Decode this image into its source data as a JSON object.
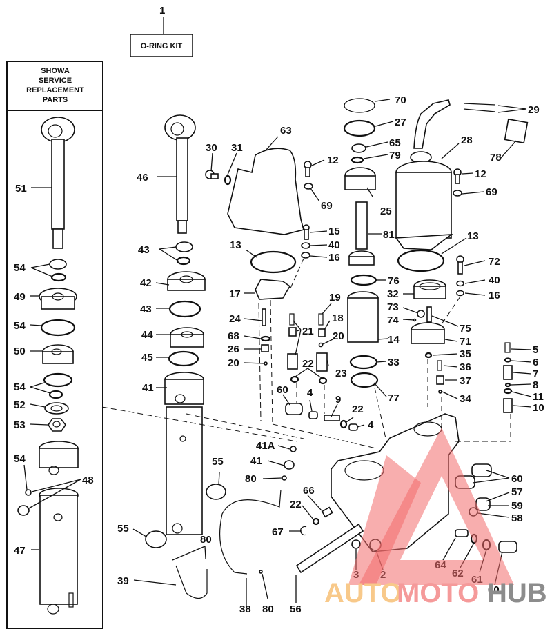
{
  "diagram": {
    "title_box": {
      "label": "O-RING KIT",
      "part_number": "1"
    },
    "showa_box": {
      "lines": [
        "SHOWA",
        "SERVICE",
        "REPLACEMENT",
        "PARTS"
      ]
    },
    "callouts": {
      "c51": "51",
      "c54a": "54",
      "c49": "49",
      "c54b": "54",
      "c50": "50",
      "c54c": "54",
      "c52": "52",
      "c53": "53",
      "c54d": "54",
      "c48": "48",
      "c47": "47",
      "c46": "46",
      "c30": "30",
      "c31": "31",
      "c63": "63",
      "c12a": "12",
      "c69a": "69",
      "c15": "15",
      "c40a": "40",
      "c16a": "16",
      "c13a": "13",
      "c43a": "43",
      "c42": "42",
      "c43b": "43",
      "c44": "44",
      "c45": "45",
      "c41": "41",
      "c17": "17",
      "c24": "24",
      "c68": "68",
      "c26": "26",
      "c20a": "20",
      "c21": "21",
      "c19": "19",
      "c18": "18",
      "c20b": "20",
      "c22a": "22",
      "c23": "23",
      "c60a": "60",
      "c4a": "4",
      "c9": "9",
      "c22b": "22",
      "c4b": "4",
      "c70": "70",
      "c27": "27",
      "c65": "65",
      "c79": "79",
      "c25": "25",
      "c81": "81",
      "c76": "76",
      "c14": "14",
      "c33": "33",
      "c77": "77",
      "c29": "29",
      "c28": "28",
      "c78": "78",
      "c12b": "12",
      "c69b": "69",
      "c13b": "13",
      "c72": "72",
      "c40b": "40",
      "c16b": "16",
      "c32": "32",
      "c73": "73",
      "c74": "74",
      "c75": "75",
      "c71": "71",
      "c35": "35",
      "c36": "36",
      "c37": "37",
      "c34": "34",
      "c5": "5",
      "c6": "6",
      "c7": "7",
      "c8": "8",
      "c11": "11",
      "c10": "10",
      "c41A": "41A",
      "c41b": "41",
      "c80a": "80",
      "c55a": "55",
      "c55b": "55",
      "c66": "66",
      "c22c": "22",
      "c67": "67",
      "c80b": "80",
      "c39": "39",
      "c38": "38",
      "c80c": "80",
      "c56": "56",
      "c3": "3",
      "c2": "2",
      "c64": "64",
      "c62": "62",
      "c61": "61",
      "c60b": "60",
      "c60c": "60",
      "c57": "57",
      "c59": "59",
      "c58": "58"
    }
  },
  "watermark": {
    "parts": [
      "AUTO",
      "MOTO",
      "HUB"
    ],
    "colors": {
      "auto": "#f8c98a",
      "moto": "#f59a9a",
      "hub": "#8c8c8c",
      "triangle": "#f26b6b"
    }
  }
}
